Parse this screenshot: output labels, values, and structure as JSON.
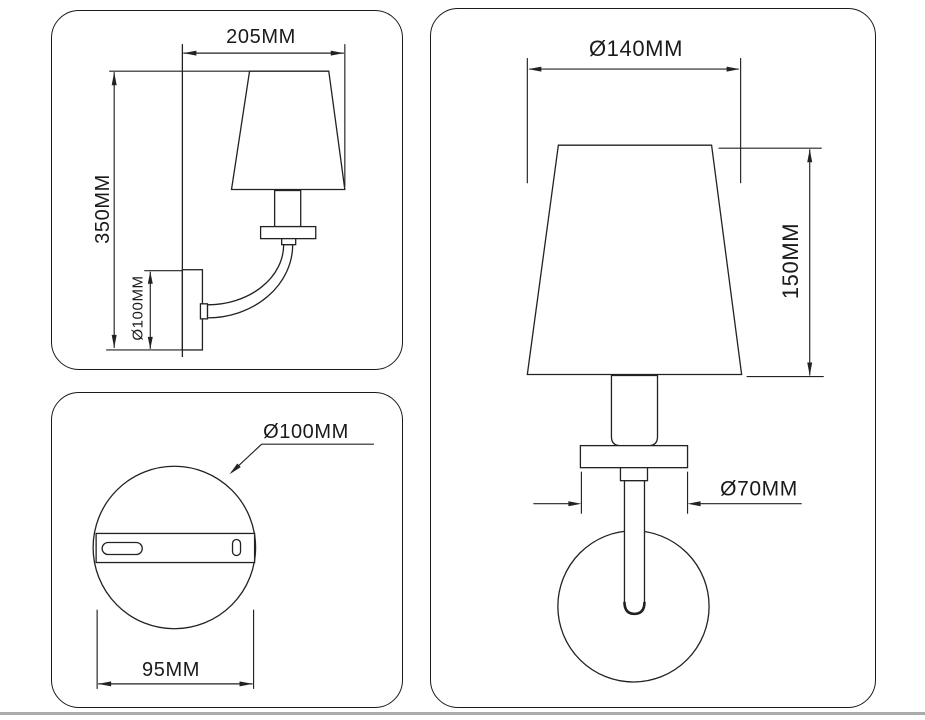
{
  "side_view": {
    "width": "205MM",
    "height": "350MM",
    "plate_diameter": "Ø100MM"
  },
  "back_view": {
    "plate_diameter": "Ø100MM",
    "mount_width": "95MM"
  },
  "front_view": {
    "shade_diameter": "Ø140MM",
    "shade_height": "150MM",
    "base_diameter": "Ø70MM"
  },
  "colors": {
    "line": "#222222",
    "background": "#ffffff",
    "bottom_edge": "#ababab"
  }
}
